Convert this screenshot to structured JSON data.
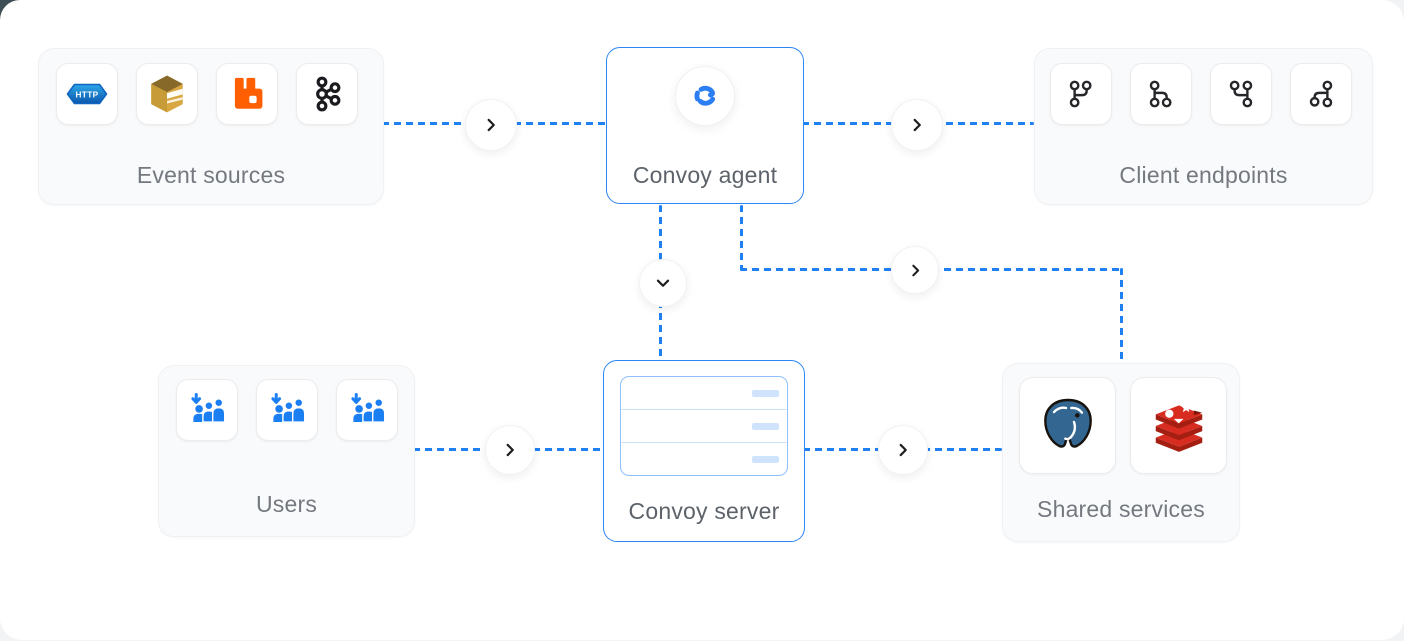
{
  "diagram": {
    "panels": {
      "event_sources": {
        "label": "Event sources",
        "badge_text": "HTTP",
        "icons": [
          "http-badge-icon",
          "amazon-sqs-icon",
          "rabbitmq-icon",
          "apache-kafka-icon"
        ]
      },
      "convoy_agent": {
        "label": "Convoy agent",
        "icon": "convoy-logo-icon"
      },
      "client_endpoints": {
        "label": "Client endpoints",
        "icons": [
          "git-branch-up-right-icon",
          "git-branch-down-right-icon",
          "git-merge-from-top-left-icon",
          "git-merge-from-bottom-left-icon"
        ]
      },
      "users": {
        "label": "Users",
        "icons": [
          "user-group-arrow-down-icon",
          "user-group-arrow-down-icon",
          "user-group-arrow-down-icon"
        ]
      },
      "convoy_server": {
        "label": "Convoy server",
        "icon": "server-table-icon"
      },
      "shared_services": {
        "label": "Shared services",
        "icons": [
          "postgresql-icon",
          "redis-icon"
        ]
      }
    },
    "connectors": {
      "arrow_icon": "chevron-right-icon",
      "down_arrow_icon": "chevron-down-icon",
      "line_style": "dashed",
      "line_color": "#1f80f3"
    },
    "colors": {
      "accent_blue": "#2e86f4",
      "panel_bg": "#f9fafb",
      "canvas_bg": "#ffffff",
      "label_gray": "#74787f",
      "rabbitmq_orange": "#ff5f00",
      "redis_red": "#d82c20",
      "postgres_blue": "#336791",
      "sqs_gold": "#d9a741"
    }
  }
}
